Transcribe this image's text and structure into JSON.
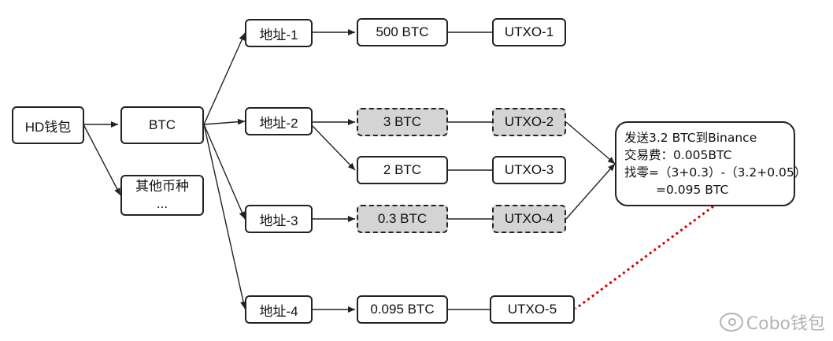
{
  "nodes": {
    "hd_wallet": "HD钱包",
    "btc": "BTC",
    "other_coins": [
      "其他币种",
      "..."
    ],
    "addr1": "地址-1",
    "addr2": "地址-2",
    "addr3": "地址-3",
    "addr4": "地址-4",
    "amt_500": "500 BTC",
    "amt_3": "3 BTC",
    "amt_2": "2 BTC",
    "amt_03": "0.3 BTC",
    "amt_0095": "0.095 BTC",
    "utxo1": "UTXO-1",
    "utxo2": "UTXO-2",
    "utxo3": "UTXO-3",
    "utxo4": "UTXO-4",
    "utxo5": "UTXO-5"
  },
  "note": {
    "line1": "发送3.2 BTC到Binance",
    "line2": "交易费：0.005BTC",
    "line3": "找零=（3+0.3）-（3.2+0.05）",
    "line4": "=0.095 BTC"
  },
  "colors": {
    "spent_fill": "#d4d4d4",
    "change_link": "#d40000",
    "stroke": "#222222"
  },
  "watermark": {
    "icon": "weibo-icon",
    "text": "Cobo钱包"
  }
}
